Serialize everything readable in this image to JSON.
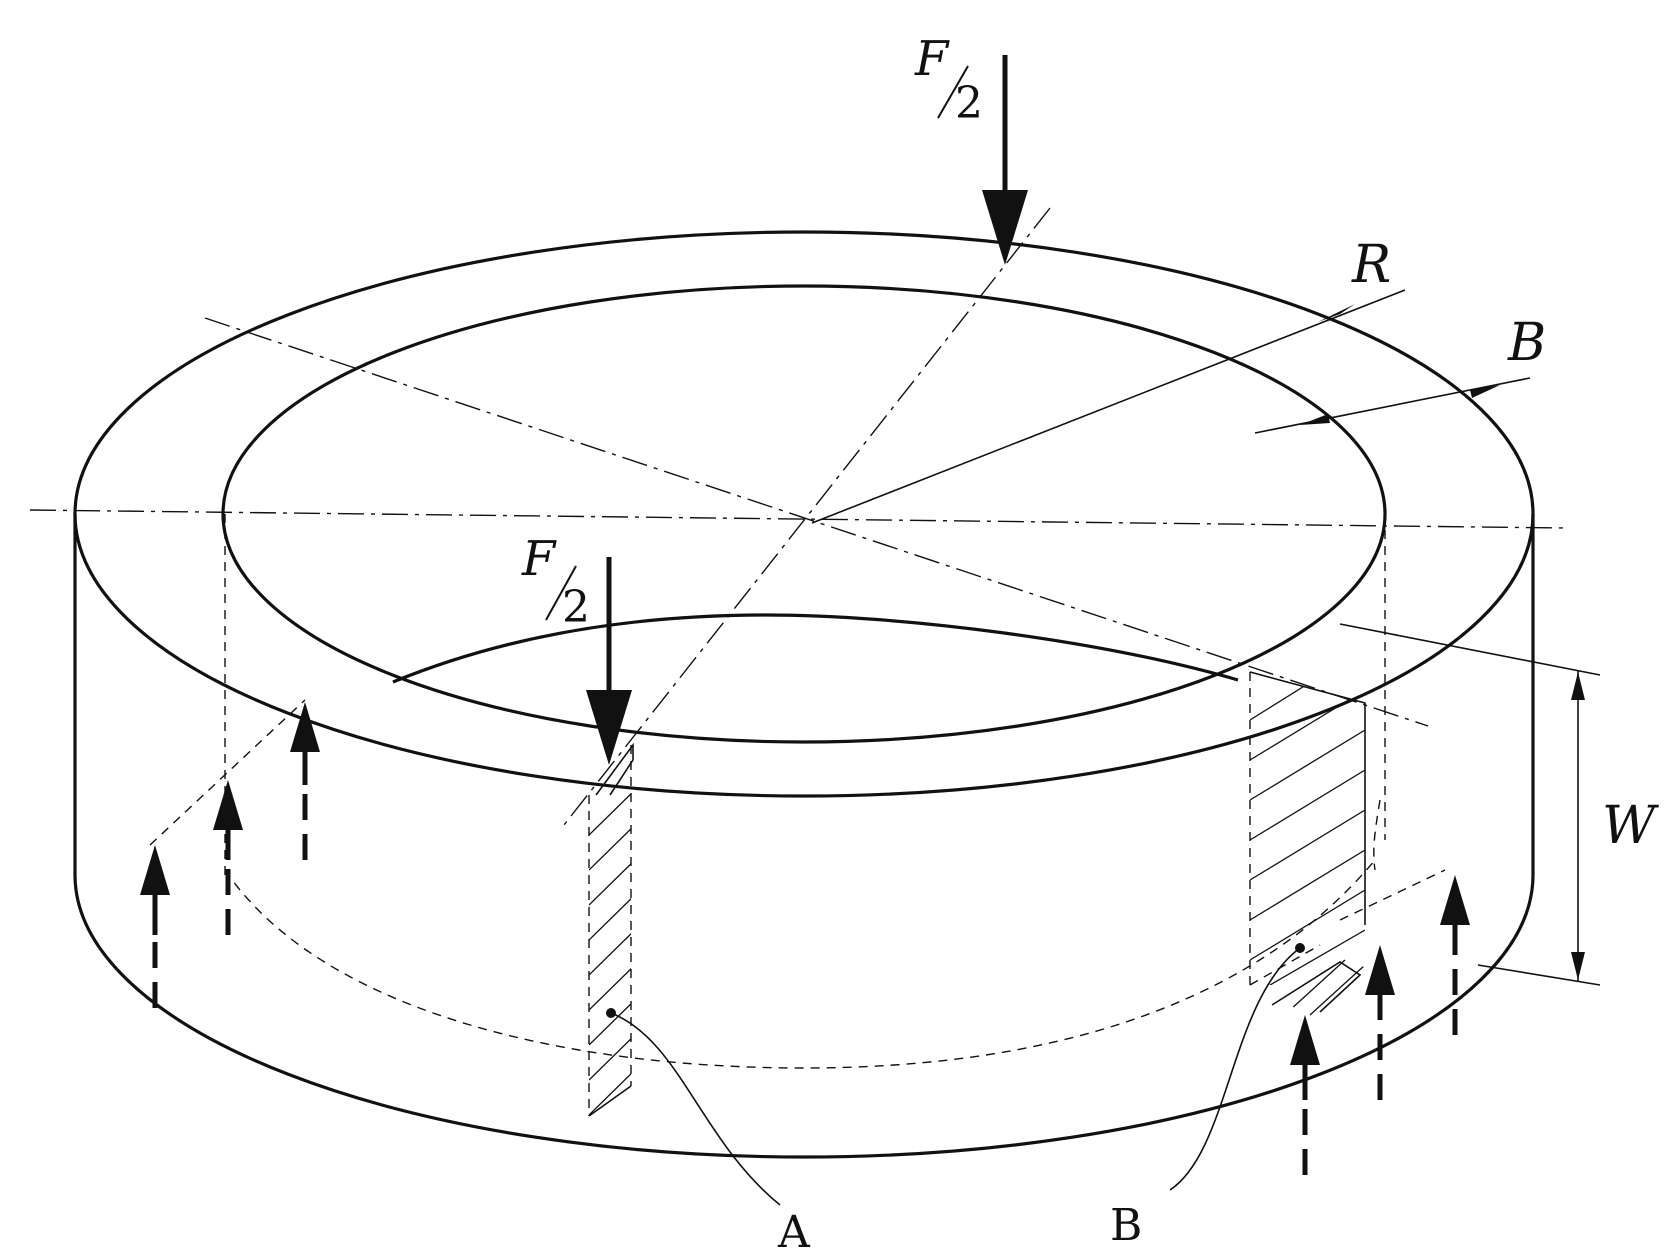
{
  "diagram": {
    "labels": {
      "force_top_numerator": "F",
      "force_top_denominator": "2",
      "force_front_numerator": "F",
      "force_front_denominator": "2",
      "radius": "R",
      "width": "B",
      "height": "W",
      "point_a": "A",
      "point_b": "B"
    },
    "colors": {
      "ink": "#111111",
      "background": "#ffffff"
    }
  }
}
